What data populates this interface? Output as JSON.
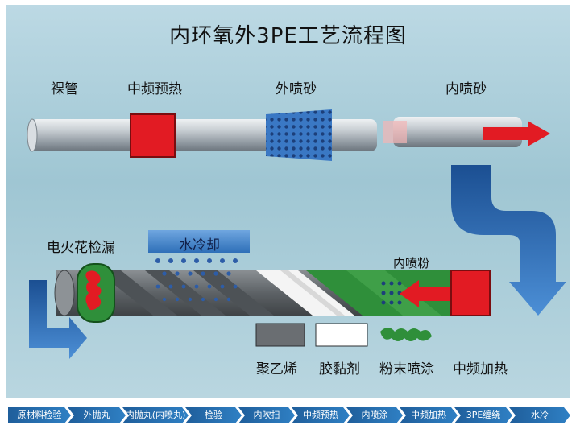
{
  "title": "内环氧外3PE工艺流程图",
  "top_row": {
    "bare_pipe": "裸管",
    "mid_freq_preheat": "中频预热",
    "outer_sandblast": "外喷砂",
    "inner_sandblast": "内喷砂"
  },
  "bottom_row": {
    "spark_test": "电火花检漏",
    "water_cooling": "水冷却",
    "inner_powder": "内喷粉",
    "polyethylene": "聚乙烯",
    "adhesive": "胶黏剂",
    "powder_coating": "粉末喷涂",
    "mid_freq_heating": "中频加热"
  },
  "process_steps": [
    "原材料检验",
    "外抛丸",
    "内抛丸(内喷丸)",
    "检验",
    "内吹扫",
    "中频预热",
    "内喷涂",
    "中频加热",
    "3PE缠绕",
    "水冷"
  ],
  "colors": {
    "pipe_gray": "#9aa3ab",
    "heater_red": "#e21b23",
    "sand_blue": "#3a78c4",
    "arrow_blue": "#1f5fa8",
    "epoxy_green": "#2f8f3a",
    "step_blue": "#2a73b8"
  },
  "icons": {
    "flow_arrow": "arrow-icon",
    "spray_dots": "spray-icon"
  }
}
